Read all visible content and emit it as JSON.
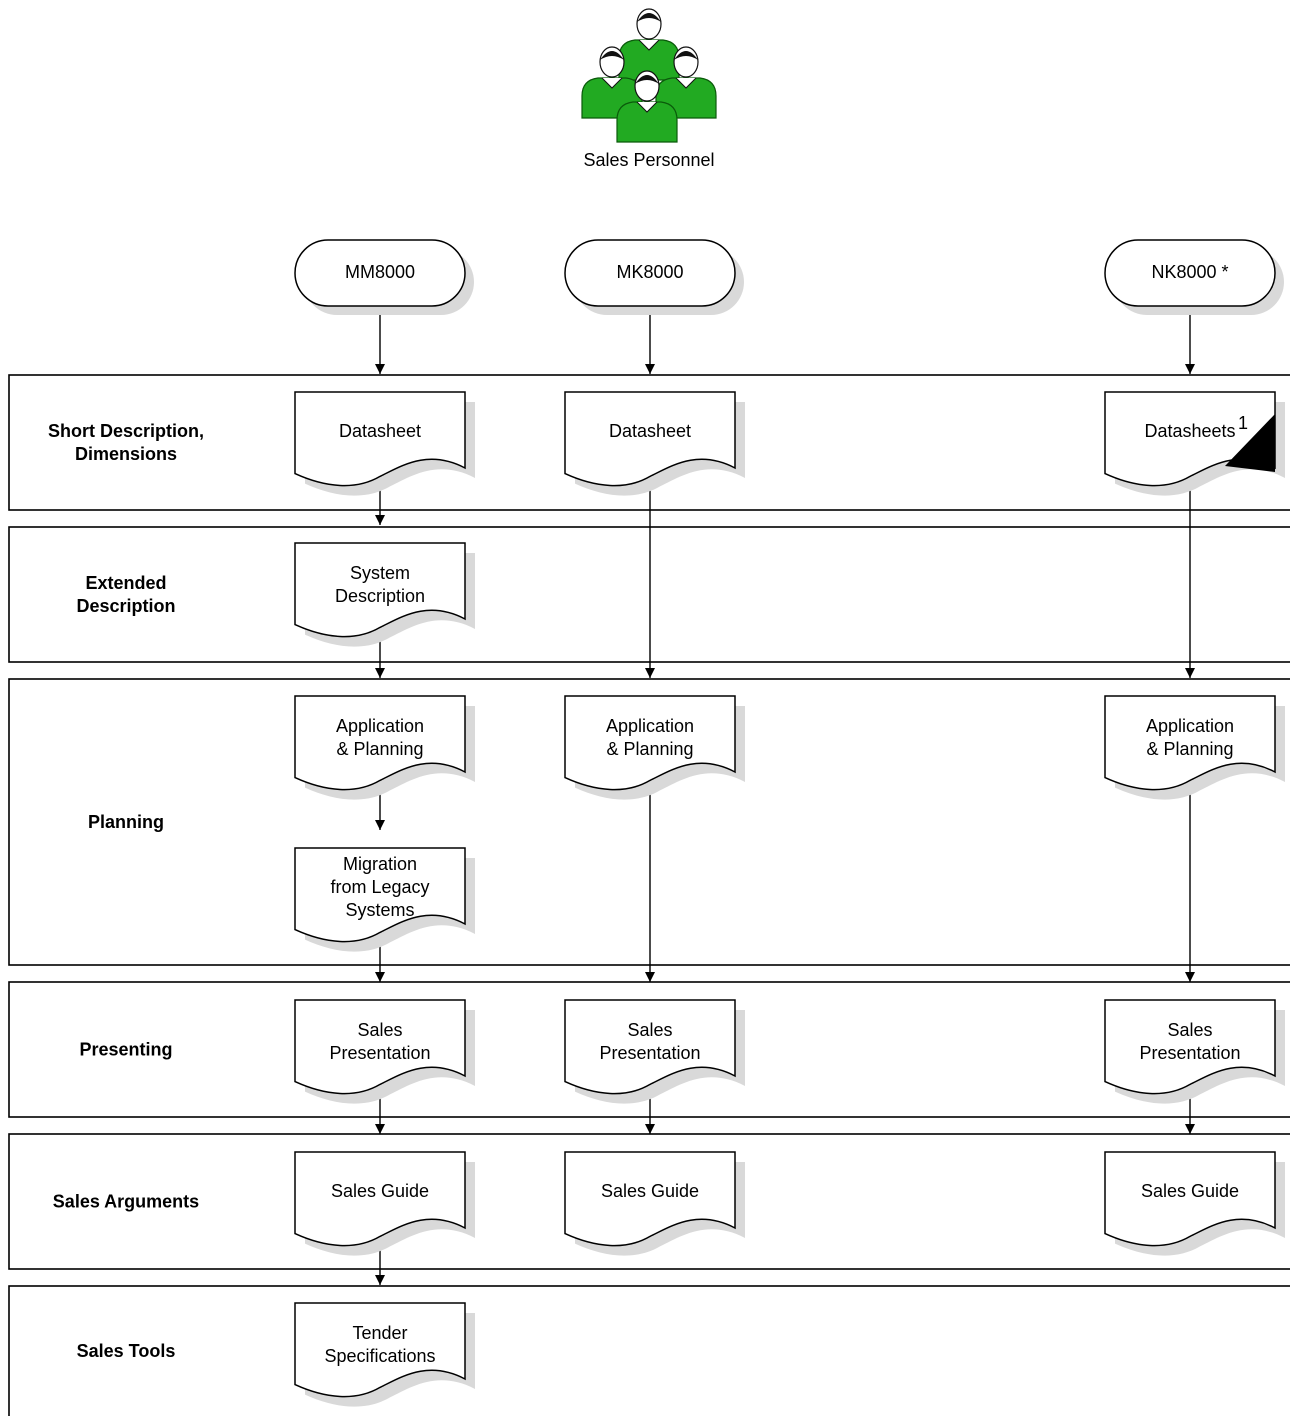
{
  "actor": {
    "label": "Sales Personnel",
    "icon": "people-group-icon",
    "color": "#22aa22"
  },
  "products": [
    {
      "id": "mm",
      "label": "MM8000"
    },
    {
      "id": "mk",
      "label": "MK8000"
    },
    {
      "id": "nk",
      "label": "NK8000 *"
    }
  ],
  "lanes": [
    {
      "id": "short",
      "title": [
        "Short Description,",
        "Dimensions"
      ]
    },
    {
      "id": "extended",
      "title": [
        "Extended",
        "Description"
      ]
    },
    {
      "id": "planning",
      "title": [
        "Planning"
      ]
    },
    {
      "id": "presenting",
      "title": [
        "Presenting"
      ]
    },
    {
      "id": "arguments",
      "title": [
        "Sales Arguments"
      ]
    },
    {
      "id": "tools",
      "title": [
        "Sales Tools"
      ]
    }
  ],
  "documents": [
    {
      "id": "mm-datasheet",
      "lines": [
        "Datasheet"
      ]
    },
    {
      "id": "mk-datasheet",
      "lines": [
        "Datasheet"
      ]
    },
    {
      "id": "nk-datasheet",
      "lines": [
        "Datasheets"
      ],
      "superscript": "1"
    },
    {
      "id": "mm-system",
      "lines": [
        "System",
        "Description"
      ]
    },
    {
      "id": "mm-app",
      "lines": [
        "Application",
        "& Planning"
      ]
    },
    {
      "id": "mk-app",
      "lines": [
        "Application",
        "& Planning"
      ]
    },
    {
      "id": "nk-app",
      "lines": [
        "Application",
        "& Planning"
      ]
    },
    {
      "id": "mm-migration",
      "lines": [
        "Migration",
        "from Legacy",
        "Systems"
      ]
    },
    {
      "id": "mm-pres",
      "lines": [
        "Sales",
        "Presentation"
      ]
    },
    {
      "id": "mk-pres",
      "lines": [
        "Sales",
        "Presentation"
      ]
    },
    {
      "id": "nk-pres",
      "lines": [
        "Sales",
        "Presentation"
      ]
    },
    {
      "id": "mm-guide",
      "lines": [
        "Sales Guide"
      ]
    },
    {
      "id": "mk-guide",
      "lines": [
        "Sales Guide"
      ]
    },
    {
      "id": "nk-guide",
      "lines": [
        "Sales Guide"
      ]
    },
    {
      "id": "mm-tender",
      "lines": [
        "Tender",
        "Specifications"
      ]
    }
  ],
  "flows": [
    {
      "from": "mm",
      "to": "mm-datasheet"
    },
    {
      "from": "mk",
      "to": "mk-datasheet"
    },
    {
      "from": "nk",
      "to": "nk-datasheet"
    },
    {
      "from": "mm-datasheet",
      "to": "mm-system"
    },
    {
      "from": "mk-datasheet",
      "to": "mk-app"
    },
    {
      "from": "nk-datasheet",
      "to": "nk-app"
    },
    {
      "from": "mm-system",
      "to": "mm-app"
    },
    {
      "from": "mm-app",
      "to": "mm-migration"
    },
    {
      "from": "mm-migration",
      "to": "mm-pres"
    },
    {
      "from": "mk-app",
      "to": "mk-pres"
    },
    {
      "from": "nk-app",
      "to": "nk-pres"
    },
    {
      "from": "mm-pres",
      "to": "mm-guide"
    },
    {
      "from": "mk-pres",
      "to": "mk-guide"
    },
    {
      "from": "nk-pres",
      "to": "nk-guide"
    },
    {
      "from": "mm-guide",
      "to": "mm-tender"
    }
  ],
  "colors": {
    "stroke": "#000000",
    "shadow": "#d9d9d9",
    "lane_border": "#000000",
    "corner_mark": "#000000"
  }
}
